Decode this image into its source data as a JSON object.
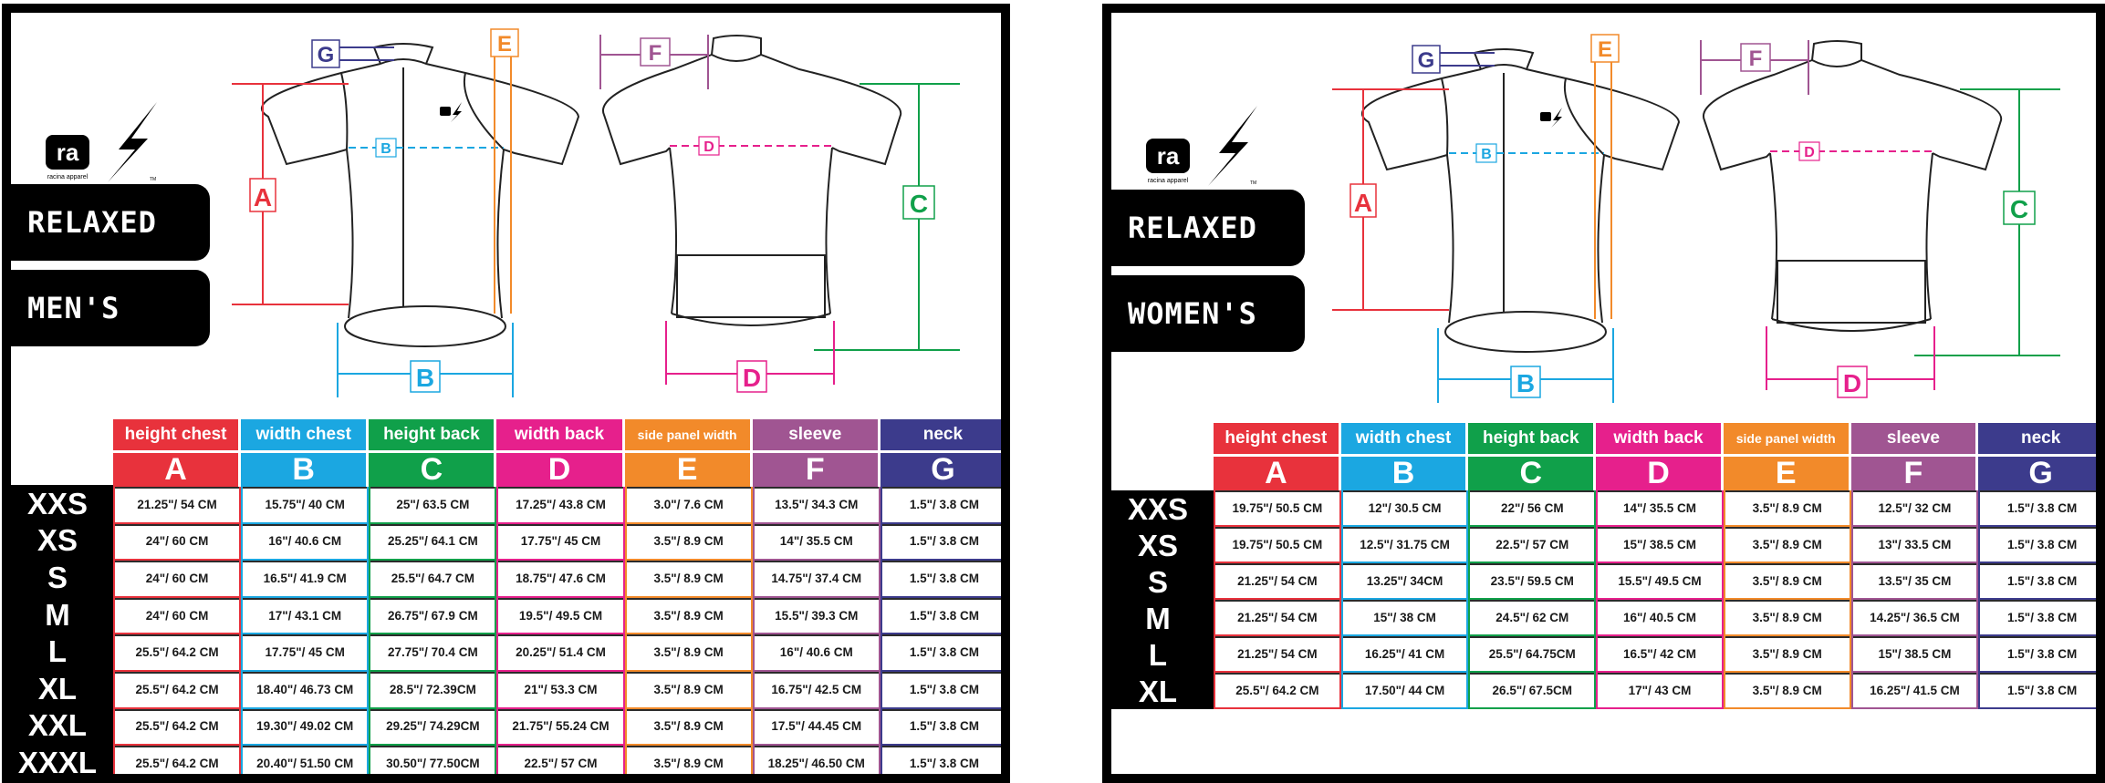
{
  "colors": {
    "height_chest": "#e8323c",
    "width_chest": "#1ba7e1",
    "height_back": "#10a04a",
    "width_back": "#e6208c",
    "side_panel_width": "#f28a2a",
    "sleeve": "#a05592",
    "neck": "#3c3b8c"
  },
  "diagram_letters": {
    "a": "A",
    "b": "B",
    "c": "C",
    "d": "D",
    "e": "E",
    "f": "F",
    "g": "G"
  },
  "logo": {
    "mark": "ra",
    "tagline": "racina apparel",
    "tm": "TM"
  },
  "headers": {
    "names": [
      "height chest",
      "width chest",
      "height back",
      "width back",
      "side panel width",
      "sleeve",
      "neck"
    ],
    "letters": [
      "A",
      "B",
      "C",
      "D",
      "E",
      "F",
      "G"
    ]
  },
  "mens": {
    "fit_label": "RELAXED",
    "gender_label": "MEN'S",
    "sizes": [
      "XXS",
      "XS",
      "S",
      "M",
      "L",
      "XL",
      "XXL",
      "XXXL"
    ],
    "rows": [
      [
        "21.25\"/ 54 CM",
        "15.75\"/ 40 CM",
        "25\"/ 63.5 CM",
        "17.25\"/ 43.8 CM",
        "3.0\"/ 7.6 CM",
        "13.5\"/ 34.3 CM",
        "1.5\"/ 3.8 CM"
      ],
      [
        "24\"/ 60 CM",
        "16\"/ 40.6 CM",
        "25.25\"/ 64.1 CM",
        "17.75\"/ 45 CM",
        "3.5\"/ 8.9 CM",
        "14\"/ 35.5 CM",
        "1.5\"/ 3.8 CM"
      ],
      [
        "24\"/ 60 CM",
        "16.5\"/ 41.9 CM",
        "25.5\"/ 64.7 CM",
        "18.75\"/ 47.6 CM",
        "3.5\"/ 8.9 CM",
        "14.75\"/ 37.4 CM",
        "1.5\"/ 3.8 CM"
      ],
      [
        "24\"/ 60 CM",
        "17\"/ 43.1 CM",
        "26.75\"/ 67.9 CM",
        "19.5\"/ 49.5 CM",
        "3.5\"/ 8.9 CM",
        "15.5\"/ 39.3 CM",
        "1.5\"/ 3.8 CM"
      ],
      [
        "25.5\"/ 64.2 CM",
        "17.75\"/ 45 CM",
        "27.75\"/ 70.4 CM",
        "20.25\"/ 51.4 CM",
        "3.5\"/ 8.9 CM",
        "16\"/ 40.6 CM",
        "1.5\"/ 3.8 CM"
      ],
      [
        "25.5\"/ 64.2 CM",
        "18.40\"/ 46.73 CM",
        "28.5\"/ 72.39CM",
        "21\"/ 53.3 CM",
        "3.5\"/ 8.9 CM",
        "16.75\"/ 42.5 CM",
        "1.5\"/ 3.8 CM"
      ],
      [
        "25.5\"/ 64.2 CM",
        "19.30\"/ 49.02 CM",
        "29.25\"/ 74.29CM",
        "21.75\"/ 55.24 CM",
        "3.5\"/ 8.9 CM",
        "17.5\"/ 44.45 CM",
        "1.5\"/ 3.8 CM"
      ],
      [
        "25.5\"/ 64.2 CM",
        "20.40\"/ 51.50 CM",
        "30.50\"/ 77.50CM",
        "22.5\"/ 57 CM",
        "3.5\"/ 8.9 CM",
        "18.25\"/ 46.50 CM",
        "1.5\"/ 3.8 CM"
      ]
    ]
  },
  "womens": {
    "fit_label": "RELAXED",
    "gender_label": "WOMEN'S",
    "sizes": [
      "XXS",
      "XS",
      "S",
      "M",
      "L",
      "XL"
    ],
    "rows": [
      [
        "19.75\"/ 50.5 CM",
        "12\"/ 30.5 CM",
        "22\"/ 56 CM",
        "14\"/ 35.5 CM",
        "3.5\"/ 8.9 CM",
        "12.5\"/ 32 CM",
        "1.5\"/ 3.8 CM"
      ],
      [
        "19.75\"/ 50.5 CM",
        "12.5\"/ 31.75 CM",
        "22.5\"/ 57 CM",
        "15\"/ 38.5 CM",
        "3.5\"/ 8.9 CM",
        "13\"/ 33.5 CM",
        "1.5\"/ 3.8 CM"
      ],
      [
        "21.25\"/ 54 CM",
        "13.25\"/ 34CM",
        "23.5\"/ 59.5 CM",
        "15.5\"/ 49.5 CM",
        "3.5\"/ 8.9 CM",
        "13.5\"/ 35 CM",
        "1.5\"/ 3.8 CM"
      ],
      [
        "21.25\"/ 54 CM",
        "15\"/ 38 CM",
        "24.5\"/ 62 CM",
        "16\"/ 40.5 CM",
        "3.5\"/ 8.9 CM",
        "14.25\"/ 36.5 CM",
        "1.5\"/ 3.8 CM"
      ],
      [
        "21.25\"/ 54 CM",
        "16.25\"/ 41 CM",
        "25.5\"/ 64.75CM",
        "16.5\"/ 42 CM",
        "3.5\"/ 8.9 CM",
        "15\"/ 38.5 CM",
        "1.5\"/ 3.8 CM"
      ],
      [
        "25.5\"/ 64.2 CM",
        "17.50\"/ 44 CM",
        "26.5\"/ 67.5CM",
        "17\"/ 43 CM",
        "3.5\"/ 8.9 CM",
        "16.25\"/ 41.5 CM",
        "1.5\"/ 3.8 CM"
      ]
    ]
  }
}
